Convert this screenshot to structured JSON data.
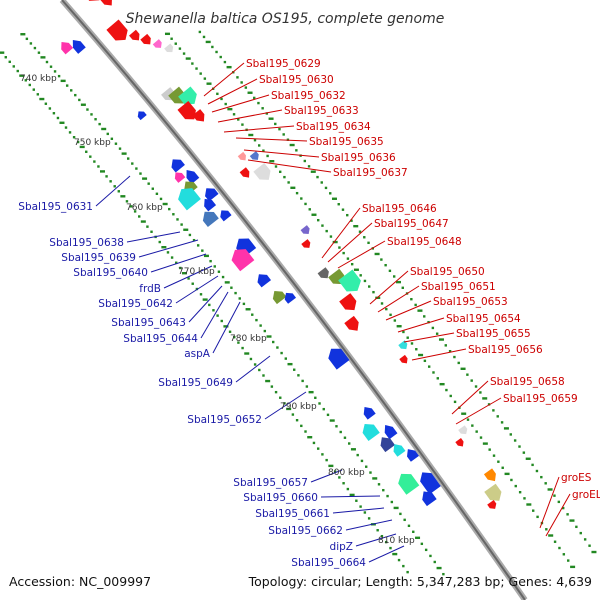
{
  "title": "Shewanella baltica OS195, complete genome",
  "accession": "Accession: NC_009997",
  "topology": "Topology: circular; Length: 5,347,283 bp; Genes: 4,639",
  "colors": {
    "forward": "#ee1111",
    "reverse": "#1133dd",
    "backbone": "#888888",
    "tick": "#228822",
    "red_label": "#cc0000",
    "blue_label": "#1a1aa6"
  },
  "kbp_labels": [
    "740 kbp",
    "750 kbp",
    "760 kbp",
    "770 kbp",
    "780 kbp",
    "790 kbp",
    "800 kbp",
    "810 kbp"
  ],
  "red_labels": [
    "Sbal195_0629",
    "Sbal195_0630",
    "Sbal195_0632",
    "Sbal195_0633",
    "Sbal195_0634",
    "Sbal195_0635",
    "Sbal195_0636",
    "Sbal195_0637",
    "Sbal195_0646",
    "Sbal195_0647",
    "Sbal195_0648",
    "Sbal195_0650",
    "Sbal195_0651",
    "Sbal195_0653",
    "Sbal195_0654",
    "Sbal195_0655",
    "Sbal195_0656",
    "Sbal195_0658",
    "Sbal195_0659",
    "groES",
    "groEL"
  ],
  "blue_labels": [
    "Sbal195_0631",
    "Sbal195_0638",
    "Sbal195_0639",
    "Sbal195_0640",
    "frdB",
    "Sbal195_0642",
    "Sbal195_0643",
    "Sbal195_0644",
    "aspA",
    "Sbal195_0649",
    "Sbal195_0652",
    "Sbal195_0657",
    "Sbal195_0660",
    "Sbal195_0661",
    "Sbal195_0662",
    "dipZ",
    "Sbal195_0664"
  ]
}
